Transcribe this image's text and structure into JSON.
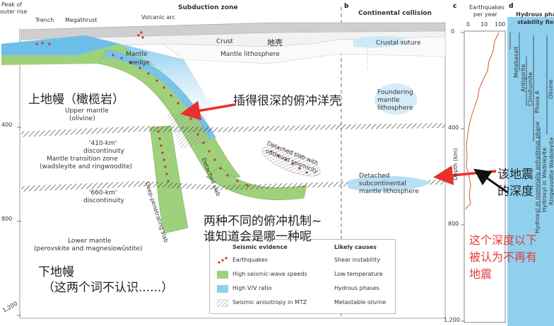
{
  "panels": {
    "a_top_left": "Peak of",
    "a_top_left2": "outer rise",
    "b_label": "b",
    "c_label": "c",
    "d_label": "d",
    "subduction_title": "Subduction zone",
    "collision_title": "Continental collision",
    "hydrous_title": "Hydrous phas",
    "hydrous_title2": "stability field"
  },
  "diagram_labels": {
    "trench": "Trench",
    "megathrust": "Megathrust",
    "volcanic_arc": "Volcanic arc",
    "crust": "Crust",
    "mantle_lithosphere": "Mantle lithosphere",
    "mantle_wedge": "Mantle",
    "mantle_wedge2": "wedge",
    "upper_mantle": "Upper mantle",
    "upper_mantle2": "(olivine)",
    "disc_410": "'410-km'",
    "disc_410b": "discontinuity",
    "mtz": "Mantle transition zone",
    "mtz2": "(wadsleyite and ringwoodite)",
    "disc_660": "'660-km'",
    "disc_660b": "discontinuity",
    "lower_mantle": "Lower mantle",
    "lower_mantle2": "(perovskite and magnesiowüstite)",
    "deep_slab": "Deep-penetrating slab",
    "detached_slab": "Detached slab",
    "detached_outboard": "Detached slab with",
    "detached_outboard2": "outboard seismicity",
    "crustal_suture": "Crustal suture",
    "foundering": "Foundering",
    "foundering2": "mantle",
    "foundering3": "lithosphere",
    "detached_sub": "Detached",
    "detached_sub2": "subcontinental",
    "detached_sub3": "mantle lithosphere",
    "depth_axis": "Depth (km)"
  },
  "depth_ticks": [
    "0",
    "400",
    "800",
    "1,200"
  ],
  "left_ticks": [
    "400",
    "800",
    "1,200"
  ],
  "eq_axis": {
    "title": "Earthquakes",
    "title2": "per year",
    "ticks": [
      "0",
      "10",
      "100"
    ]
  },
  "hydrous_phases": [
    "Metabasalt",
    "Antigorite",
    "Clinohumite",
    "Phase A",
    "Hydroxyl in nominally anhydrous phase",
    "Olivine",
    "Hydroxyl in Wadsleyite",
    "Ringwoodite Wadsleyite"
  ],
  "legend": {
    "col1_title": "Seismic evidence",
    "col2_title": "Likely causes",
    "rows": [
      {
        "evidence": "Earthquakes",
        "cause": "Shear instability"
      },
      {
        "evidence": "High seismic-wave speeds",
        "cause": "Low temperature"
      },
      {
        "evidence": "High V/V ratio",
        "cause": "Hydrous phases"
      },
      {
        "evidence": "Seismic anisotropy in MTZ",
        "cause": "Metastable olivine"
      }
    ]
  },
  "annotations": {
    "crust_cn": "地壳",
    "upper_mantle_cn": "上地幔（橄榄岩）",
    "deep_slab_cn": "插得很深的俯冲洋壳",
    "two_mechanisms_1": "两种不同的俯冲机制~",
    "two_mechanisms_2": "谁知道会是哪一种呢",
    "lower_mantle_cn": "下地幔",
    "unknown_words_cn": "（这两个词不认识......）",
    "quake_depth_1": "该地震",
    "quake_depth_2": "的深度",
    "no_quakes_1": "这个深度以下",
    "no_quakes_2": "被认为不再有",
    "no_quakes_3": "地震"
  },
  "colors": {
    "slab_green": "#9fd17c",
    "hydrous_blue": "#8fd0ef",
    "quake_red": "#c0392b",
    "arrow_red": "#e8302c",
    "annotation_red": "#e23a3a"
  }
}
